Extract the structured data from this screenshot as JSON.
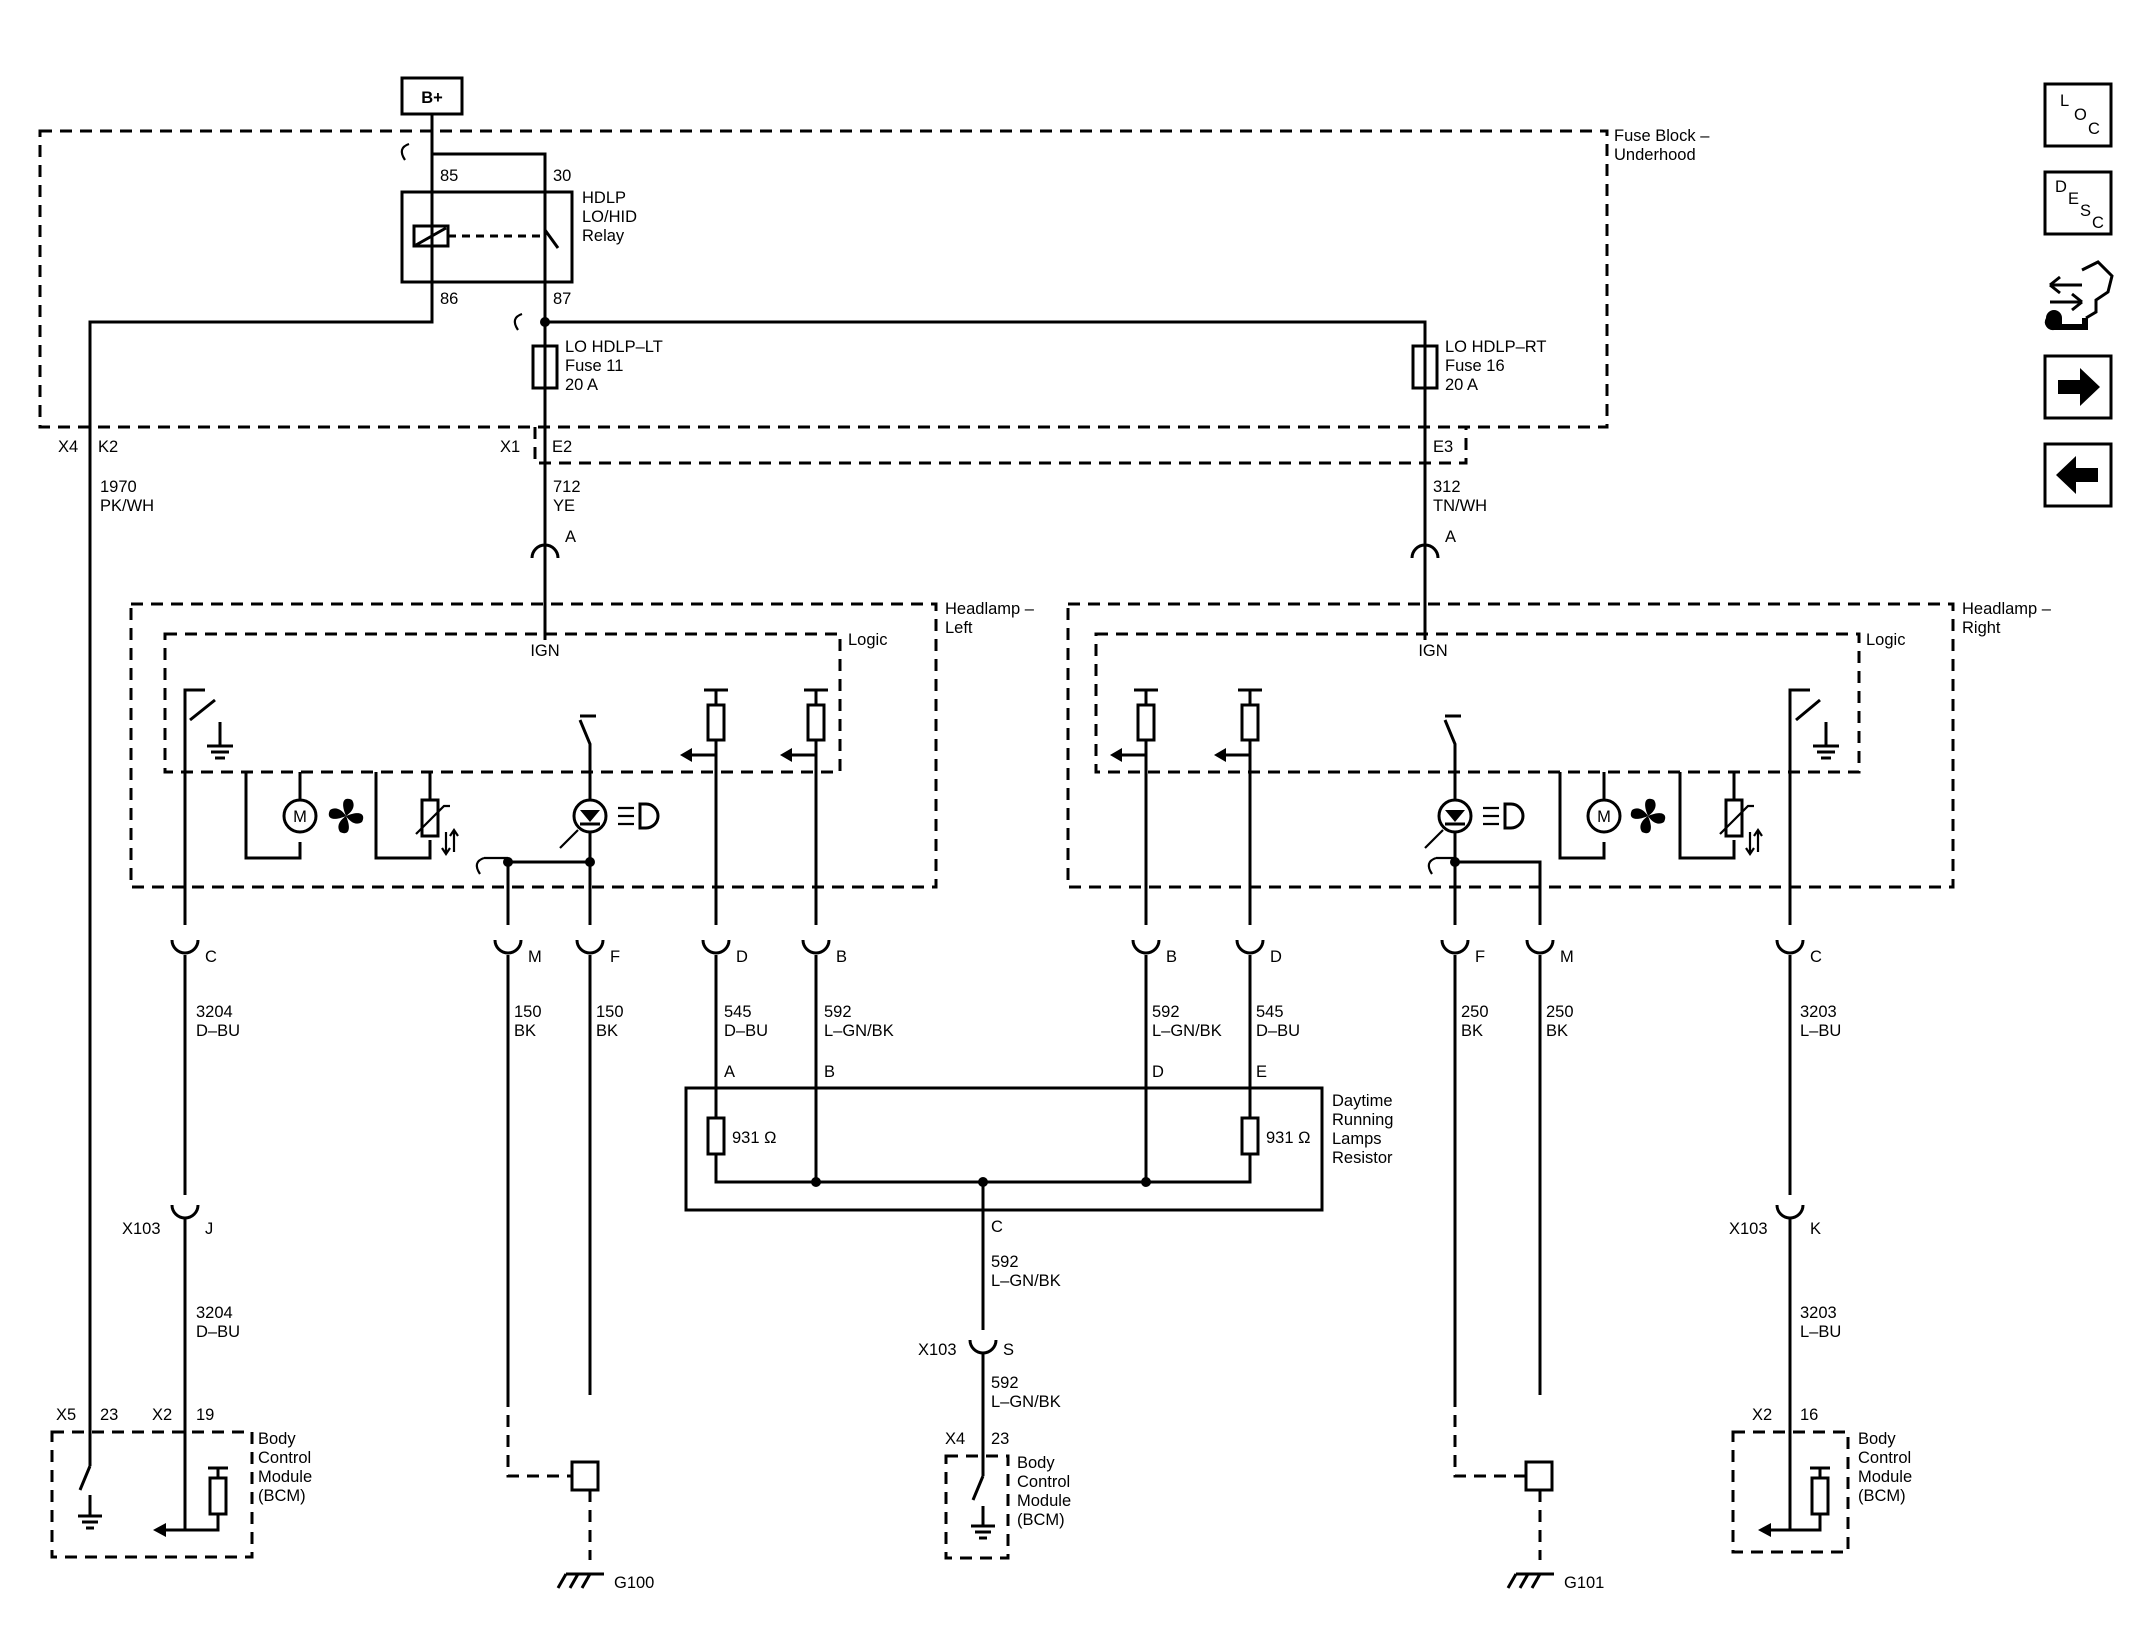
{
  "power": {
    "label": "B+"
  },
  "fuse_block": {
    "title_line1": "Fuse Block –",
    "title_line2": "Underhood"
  },
  "relay": {
    "line1": "HDLP",
    "line2": "LO/HID",
    "line3": "Relay",
    "pin85": "85",
    "pin30": "30",
    "pin86": "86",
    "pin87": "87"
  },
  "fuse_lt": {
    "line1": "LO HDLP–LT",
    "line2": "Fuse 11",
    "line3": "20 A"
  },
  "fuse_rt": {
    "line1": "LO HDLP–RT",
    "line2": "Fuse 16",
    "line3": "20 A"
  },
  "connectors": {
    "x4": "X4",
    "k2": "K2",
    "x1": "X1",
    "e2": "E2",
    "e3": "E3"
  },
  "wires": {
    "w1970_num": "1970",
    "w1970_col": "PK/WH",
    "w712_num": "712",
    "w712_col": "YE",
    "w312_num": "312",
    "w312_col": "TN/WH",
    "w3204_num": "3204",
    "w3204_col": "D–BU",
    "w150_num": "150",
    "w150_col": "BK",
    "w545_num": "545",
    "w545_col": "D–BU",
    "w592_num": "592",
    "w592_col": "L–GN/BK",
    "w250_num": "250",
    "w250_col": "BK",
    "w3203_num": "3203",
    "w3203_col": "L–BU"
  },
  "pins": {
    "a": "A",
    "b": "B",
    "c": "C",
    "d": "D",
    "e": "E",
    "f": "F",
    "j": "J",
    "k": "K",
    "m": "M",
    "s": "S"
  },
  "headlamp_left": {
    "line1": "Headlamp –",
    "line2": "Left",
    "logic": "Logic",
    "ign": "IGN"
  },
  "headlamp_right": {
    "line1": "Headlamp –",
    "line2": "Right",
    "logic": "Logic",
    "ign": "IGN"
  },
  "motor": {
    "label": "M"
  },
  "drl": {
    "line1": "Daytime",
    "line2": "Running",
    "line3": "Lamps",
    "line4": "Resistor",
    "resistor_value": "931 Ω"
  },
  "x103": {
    "label": "X103"
  },
  "bcm": {
    "line1": "Body",
    "line2": "Control",
    "line3": "Module",
    "line4": "(BCM)",
    "x5": "X5",
    "pin23": "23",
    "x2": "X2",
    "pin19": "19",
    "x4": "X4",
    "pin16": "16"
  },
  "grounds": {
    "g100": "G100",
    "g101": "G101"
  },
  "nav": {
    "loc": [
      "L",
      "O",
      "C"
    ],
    "desc": [
      "D",
      "E",
      "S",
      "C"
    ]
  }
}
